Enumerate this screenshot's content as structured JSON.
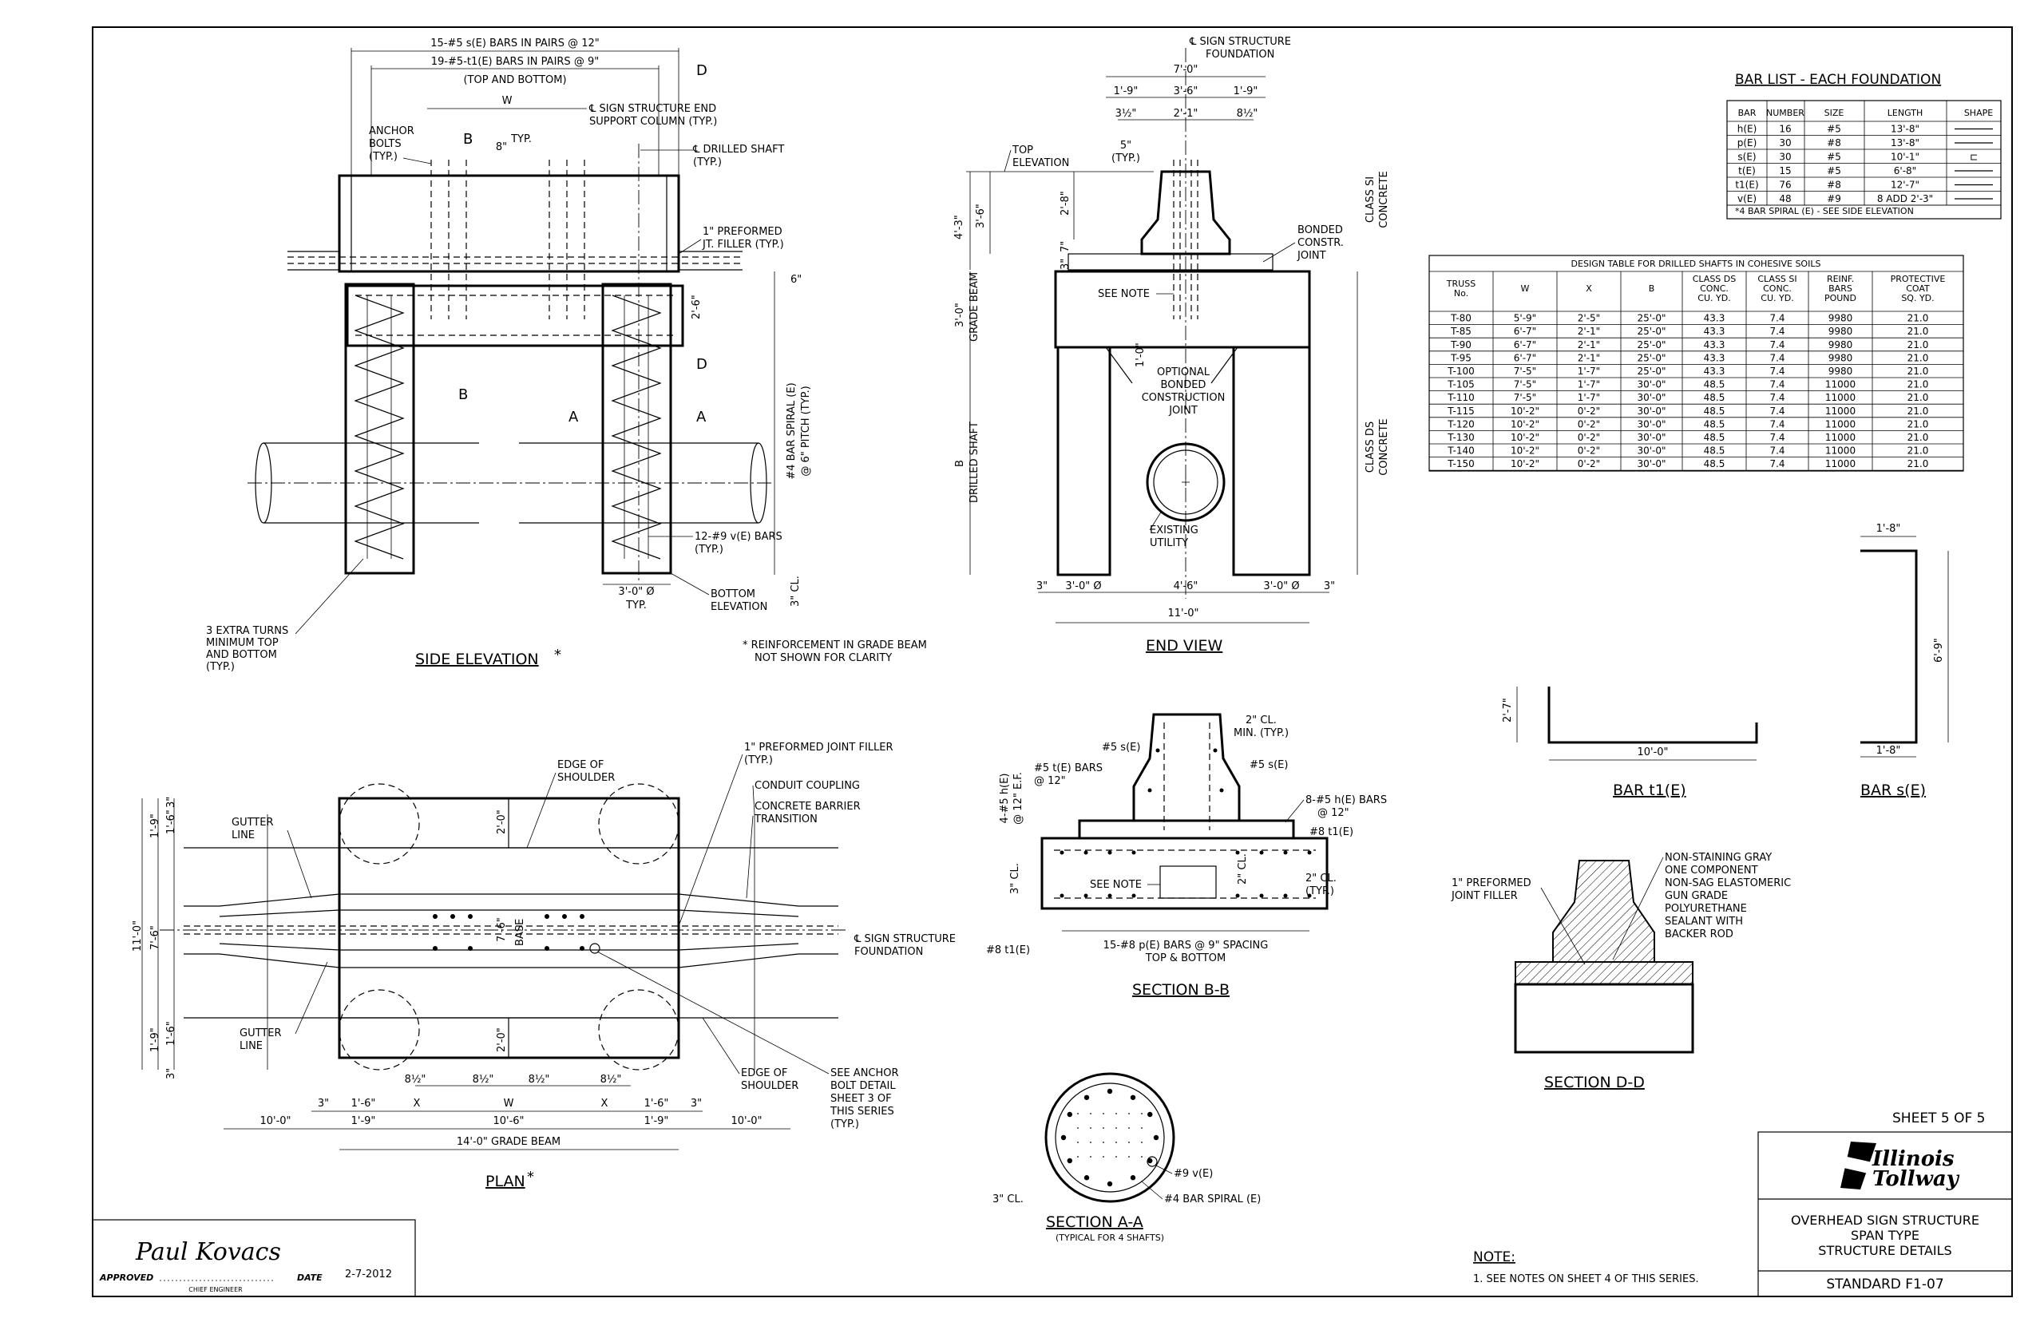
{
  "side_elevation": {
    "title": "SIDE ELEVATION",
    "title_mark": "*",
    "dim_s_bars": "15-#5 s(E) BARS IN PAIRS @ 12\"",
    "dim_t1_bars": "19-#5-t1(E) BARS IN PAIRS @ 9\"",
    "dim_top_bottom": "(TOP AND BOTTOM)",
    "dim_w": "W",
    "anchor_bolts": [
      "ANCHOR",
      "BOLTS",
      "(TYP.)"
    ],
    "cl_end_column": [
      "℄ SIGN STRUCTURE END",
      "SUPPORT COLUMN (TYP.)"
    ],
    "cl_drilled_shaft": [
      "℄ DRILLED SHAFT",
      "(TYP.)"
    ],
    "dim_8": "8\"",
    "dim_typ": "TYP.",
    "joint_filler": [
      "1\" PREFORMED",
      "JT. FILLER (TYP.)"
    ],
    "dim_6": "6\"",
    "dim_2_6": "2'-6\"",
    "bar_spiral": [
      "#4 BAR SPIRAL (E)",
      "@ 6\" PITCH (TYP.)"
    ],
    "v_bars": [
      "12-#9 v(E) BARS",
      "(TYP.)"
    ],
    "dim_shaft_dia": "3'-0\" Ø",
    "dim_shaft_typ": "TYP.",
    "bottom_elev": [
      "BOTTOM",
      "ELEVATION"
    ],
    "dim_3_cl": "3\" CL.",
    "extra_turns": [
      "3 EXTRA TURNS",
      "MINIMUM TOP",
      "AND BOTTOM",
      "(TYP.)"
    ],
    "reinf_note": [
      "* REINFORCEMENT IN GRADE BEAM",
      "NOT SHOWN FOR CLARITY"
    ],
    "sec_b": "B",
    "sec_a": "A",
    "sec_d": "D"
  },
  "end_view": {
    "title": "END VIEW",
    "cl_foundation": [
      "℄ SIGN STRUCTURE",
      "FOUNDATION"
    ],
    "dim_7_0": "7'-0\"",
    "dim_1_9a": "1'-9\"",
    "dim_3_6": "3'-6\"",
    "dim_1_9b": "1'-9\"",
    "dim_3_5": "3½\"",
    "dim_2_1": "2'-1\"",
    "dim_8_5": "8½\"",
    "dim_5": "5\"",
    "dim_5_typ": "(TYP.)",
    "top_elev": [
      "TOP",
      "ELEVATION"
    ],
    "dim_4_3": "4'-3\"",
    "dim_3_6v": "3'-6\"",
    "dim_2_8": "2'-8\"",
    "dim_7v": "7\"",
    "dim_3v": "3\"",
    "bonded_joint": [
      "BONDED",
      "CONSTR.",
      "JOINT"
    ],
    "class_si": [
      "CLASS SI",
      "CONCRETE"
    ],
    "see_note": "SEE NOTE",
    "dim_3_0v": "3'-0\"",
    "grade_beam": "GRADE BEAM",
    "dim_1_0": "1'-0\"",
    "optional_joint": [
      "OPTIONAL",
      "BONDED",
      "CONSTRUCTION",
      "JOINT"
    ],
    "class_ds": [
      "CLASS DS",
      "CONCRETE"
    ],
    "dim_b": "B",
    "drilled_shaft": "DRILLED SHAFT",
    "existing_utility": [
      "EXISTING",
      "UTILITY"
    ],
    "bottom_dims": [
      "3\"",
      "3'-0\" Ø",
      "4'-6\"",
      "3'-0\" Ø",
      "3\""
    ],
    "dim_11_0": "11'-0\""
  },
  "bar_list": {
    "title": "BAR LIST - EACH FOUNDATION",
    "headers": [
      "BAR",
      "NUMBER",
      "SIZE",
      "LENGTH",
      "SHAPE"
    ],
    "rows": [
      [
        "h(E)",
        "16",
        "#5",
        "13'-8\"",
        ""
      ],
      [
        "p(E)",
        "30",
        "#8",
        "13'-8\"",
        ""
      ],
      [
        "s(E)",
        "30",
        "#5",
        "10'-1\"",
        "⊏"
      ],
      [
        "t(E)",
        "15",
        "#5",
        "6'-8\"",
        ""
      ],
      [
        "t1(E)",
        "76",
        "#8",
        "12'-7\"",
        ""
      ],
      [
        "v(E)",
        "48",
        "#9",
        "8 ADD 2'-3\"",
        ""
      ]
    ],
    "footnote": "*4 BAR SPIRAL (E) - SEE SIDE ELEVATION"
  },
  "design_table": {
    "title": "DESIGN TABLE FOR DRILLED SHAFTS IN COHESIVE SOILS",
    "headers": [
      [
        "TRUSS",
        "No."
      ],
      [
        "W"
      ],
      [
        "X"
      ],
      [
        "B"
      ],
      [
        "CLASS DS",
        "CONC.",
        "CU. YD."
      ],
      [
        "CLASS SI",
        "CONC.",
        "CU. YD."
      ],
      [
        "REINF.",
        "BARS",
        "POUND"
      ],
      [
        "PROTECTIVE",
        "COAT",
        "SQ. YD."
      ]
    ],
    "rows": [
      [
        "T-80",
        "5'-9\"",
        "2'-5\"",
        "25'-0\"",
        "43.3",
        "7.4",
        "9980",
        "21.0"
      ],
      [
        "T-85",
        "6'-7\"",
        "2'-1\"",
        "25'-0\"",
        "43.3",
        "7.4",
        "9980",
        "21.0"
      ],
      [
        "T-90",
        "6'-7\"",
        "2'-1\"",
        "25'-0\"",
        "43.3",
        "7.4",
        "9980",
        "21.0"
      ],
      [
        "T-95",
        "6'-7\"",
        "2'-1\"",
        "25'-0\"",
        "43.3",
        "7.4",
        "9980",
        "21.0"
      ],
      [
        "T-100",
        "7'-5\"",
        "1'-7\"",
        "25'-0\"",
        "43.3",
        "7.4",
        "9980",
        "21.0"
      ],
      [
        "T-105",
        "7'-5\"",
        "1'-7\"",
        "30'-0\"",
        "48.5",
        "7.4",
        "11000",
        "21.0"
      ],
      [
        "T-110",
        "7'-5\"",
        "1'-7\"",
        "30'-0\"",
        "48.5",
        "7.4",
        "11000",
        "21.0"
      ],
      [
        "T-115",
        "10'-2\"",
        "0'-2\"",
        "30'-0\"",
        "48.5",
        "7.4",
        "11000",
        "21.0"
      ],
      [
        "T-120",
        "10'-2\"",
        "0'-2\"",
        "30'-0\"",
        "48.5",
        "7.4",
        "11000",
        "21.0"
      ],
      [
        "T-130",
        "10'-2\"",
        "0'-2\"",
        "30'-0\"",
        "48.5",
        "7.4",
        "11000",
        "21.0"
      ],
      [
        "T-140",
        "10'-2\"",
        "0'-2\"",
        "30'-0\"",
        "48.5",
        "7.4",
        "11000",
        "21.0"
      ],
      [
        "T-150",
        "10'-2\"",
        "0'-2\"",
        "30'-0\"",
        "48.5",
        "7.4",
        "11000",
        "21.0"
      ]
    ]
  },
  "bar_t1": {
    "title": "BAR t1(E)",
    "dim_top": "",
    "dim_bottom": "10'-0\"",
    "dim_left": "2'-7\""
  },
  "bar_s": {
    "title": "BAR s(E)",
    "dim_top": "1'-8\"",
    "dim_bottom": "1'-8\"",
    "dim_right": "6'-9\""
  },
  "plan": {
    "title": "PLAN",
    "title_mark": "*",
    "joint_filler": [
      "1\" PREFORMED JOINT FILLER",
      "(TYP.)"
    ],
    "edge_shoulder_top": [
      "EDGE OF",
      "SHOULDER"
    ],
    "conduit_coupling": "CONDUIT COUPLING",
    "barrier_transition": [
      "CONCRETE BARRIER",
      "TRANSITION"
    ],
    "gutter_top": [
      "GUTTER",
      "LINE"
    ],
    "gutter_bottom": [
      "GUTTER",
      "LINE"
    ],
    "cl_foundation": [
      "℄ SIGN STRUCTURE",
      "FOUNDATION"
    ],
    "base": "BASE",
    "dim_2_0a": "2'-0\"",
    "dim_7_6c": "7'-6\"",
    "dim_2_0b": "2'-0\"",
    "left_dims": [
      "1'-9\"",
      "1'-6\"",
      "11'-0\"",
      "7'-6\"",
      "1'-9\"",
      "1'-6\"",
      "3\"",
      "3\""
    ],
    "edge_shoulder_bottom": [
      "EDGE OF",
      "SHOULDER"
    ],
    "see_anchor": [
      "SEE ANCHOR",
      "BOLT DETAIL",
      "SHEET 3 OF",
      "THIS SERIES",
      "(TYP.)"
    ],
    "dim_8_5": [
      "8½\"",
      "8½\"",
      "8½\"",
      "8½\""
    ],
    "dim_row1": [
      "3\"",
      "1'-6\"",
      "X",
      "W",
      "X",
      "1'-6\"",
      "3\""
    ],
    "dim_row2": [
      "10'-0\"",
      "1'-9\"",
      "10'-6\"",
      "1'-9\"",
      "10'-0\""
    ],
    "dim_grade_beam": "14'-0\" GRADE BEAM"
  },
  "section_bb": {
    "title": "SECTION B-B",
    "dim_2_cl": "2\" CL.",
    "dim_min_typ": "MIN. (TYP.)",
    "s_bars_a": "#5 s(E)",
    "s_bars_b": "#5 s(E)",
    "t_bars": [
      "#5 t(E) BARS",
      "@ 12\""
    ],
    "h_bars_left": [
      "4-#5 h(E)",
      "@ 12\" E.F."
    ],
    "h_bars_right": [
      "8-#5 h(E) BARS",
      "@ 12\""
    ],
    "t1_right": "#8 t1(E)",
    "dim_3_cl": "3\" CL.",
    "see_note": "SEE NOTE",
    "dim_2_cl_b": "2\" CL.",
    "dim_2_cl_c": "2\" CL.",
    "dim_typ": "(TYP.)",
    "p_bars": "15-#8 p(E) BARS @ 9\" SPACING",
    "top_bottom": "TOP & BOTTOM",
    "t1_left": "#8 t1(E)"
  },
  "section_aa": {
    "title": "SECTION A-A",
    "subtitle": "(TYPICAL FOR 4 SHAFTS)",
    "v_bars": "#9 v(E)",
    "spiral": "#4 BAR SPIRAL (E)",
    "dim_3_cl": "3\" CL."
  },
  "section_dd": {
    "title": "SECTION D-D",
    "sealant": [
      "NON-STAINING GRAY",
      "ONE COMPONENT",
      "NON-SAG ELASTOMERIC",
      "GUN GRADE",
      "POLYURETHANE",
      "SEALANT WITH",
      "BACKER ROD"
    ],
    "joint_filler": [
      "1\" PREFORMED",
      "JOINT FILLER"
    ]
  },
  "note": {
    "heading": "NOTE:",
    "text": "1.  SEE NOTES ON SHEET 4 OF THIS SERIES."
  },
  "approval": {
    "signature": "Paul Kovacs",
    "approved": "APPROVED",
    "role": "CHIEF ENGINEER",
    "date_label": "DATE",
    "date": "2-7-2012"
  },
  "title_block": {
    "sheet": "SHEET 5 OF 5",
    "logo_line1": "Illinois",
    "logo_line2": "Tollway",
    "title": [
      "OVERHEAD SIGN STRUCTURE",
      "SPAN TYPE",
      "STRUCTURE DETAILS"
    ],
    "standard": "STANDARD F1-07"
  }
}
